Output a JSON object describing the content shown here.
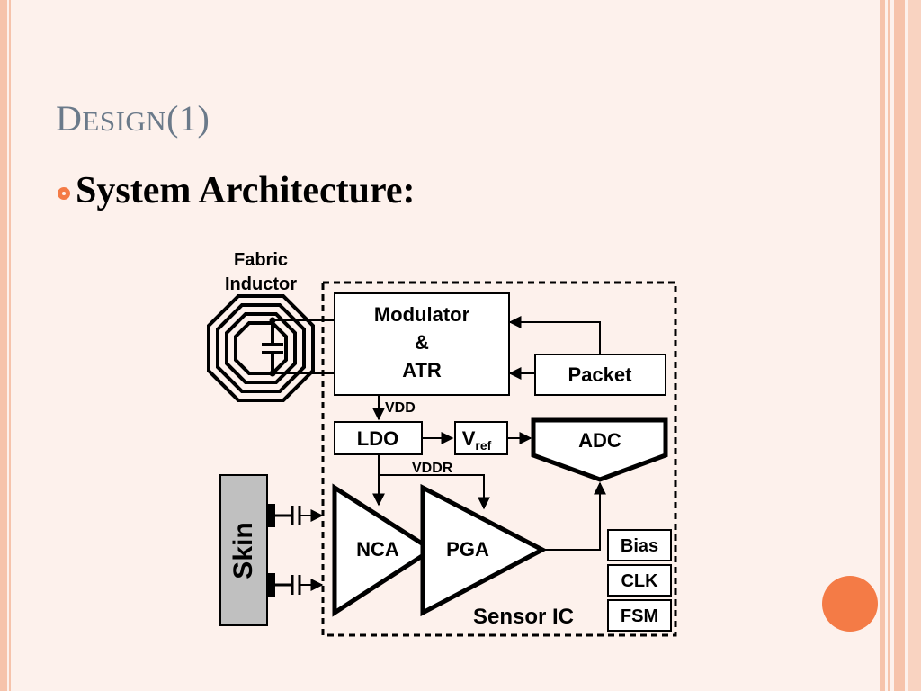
{
  "slide": {
    "title_first": "D",
    "title_rest": "ESIGN",
    "title_suffix": "(1)",
    "bullet": "System Architecture:"
  },
  "diagram": {
    "fabric_inductor_line1": "Fabric",
    "fabric_inductor_line2": "Inductor",
    "modulator_line1": "Modulator",
    "modulator_line2": "&",
    "modulator_line3": "ATR",
    "packet": "Packet",
    "vdd": "VDD",
    "ldo": "LDO",
    "vref_main": "V",
    "vref_sub": "ref",
    "adc": "ADC",
    "vddr": "VDDR",
    "skin": "Skin",
    "nca": "NCA",
    "pga": "PGA",
    "bias": "Bias",
    "clk": "CLK",
    "fsm": "FSM",
    "sensor_ic": "Sensor IC"
  },
  "colors": {
    "background": "#fdf1ec",
    "accent": "#f47b46",
    "stripe": "#f6c3ab",
    "title": "#6b7a8a",
    "skin_fill": "#c0c0c0"
  }
}
